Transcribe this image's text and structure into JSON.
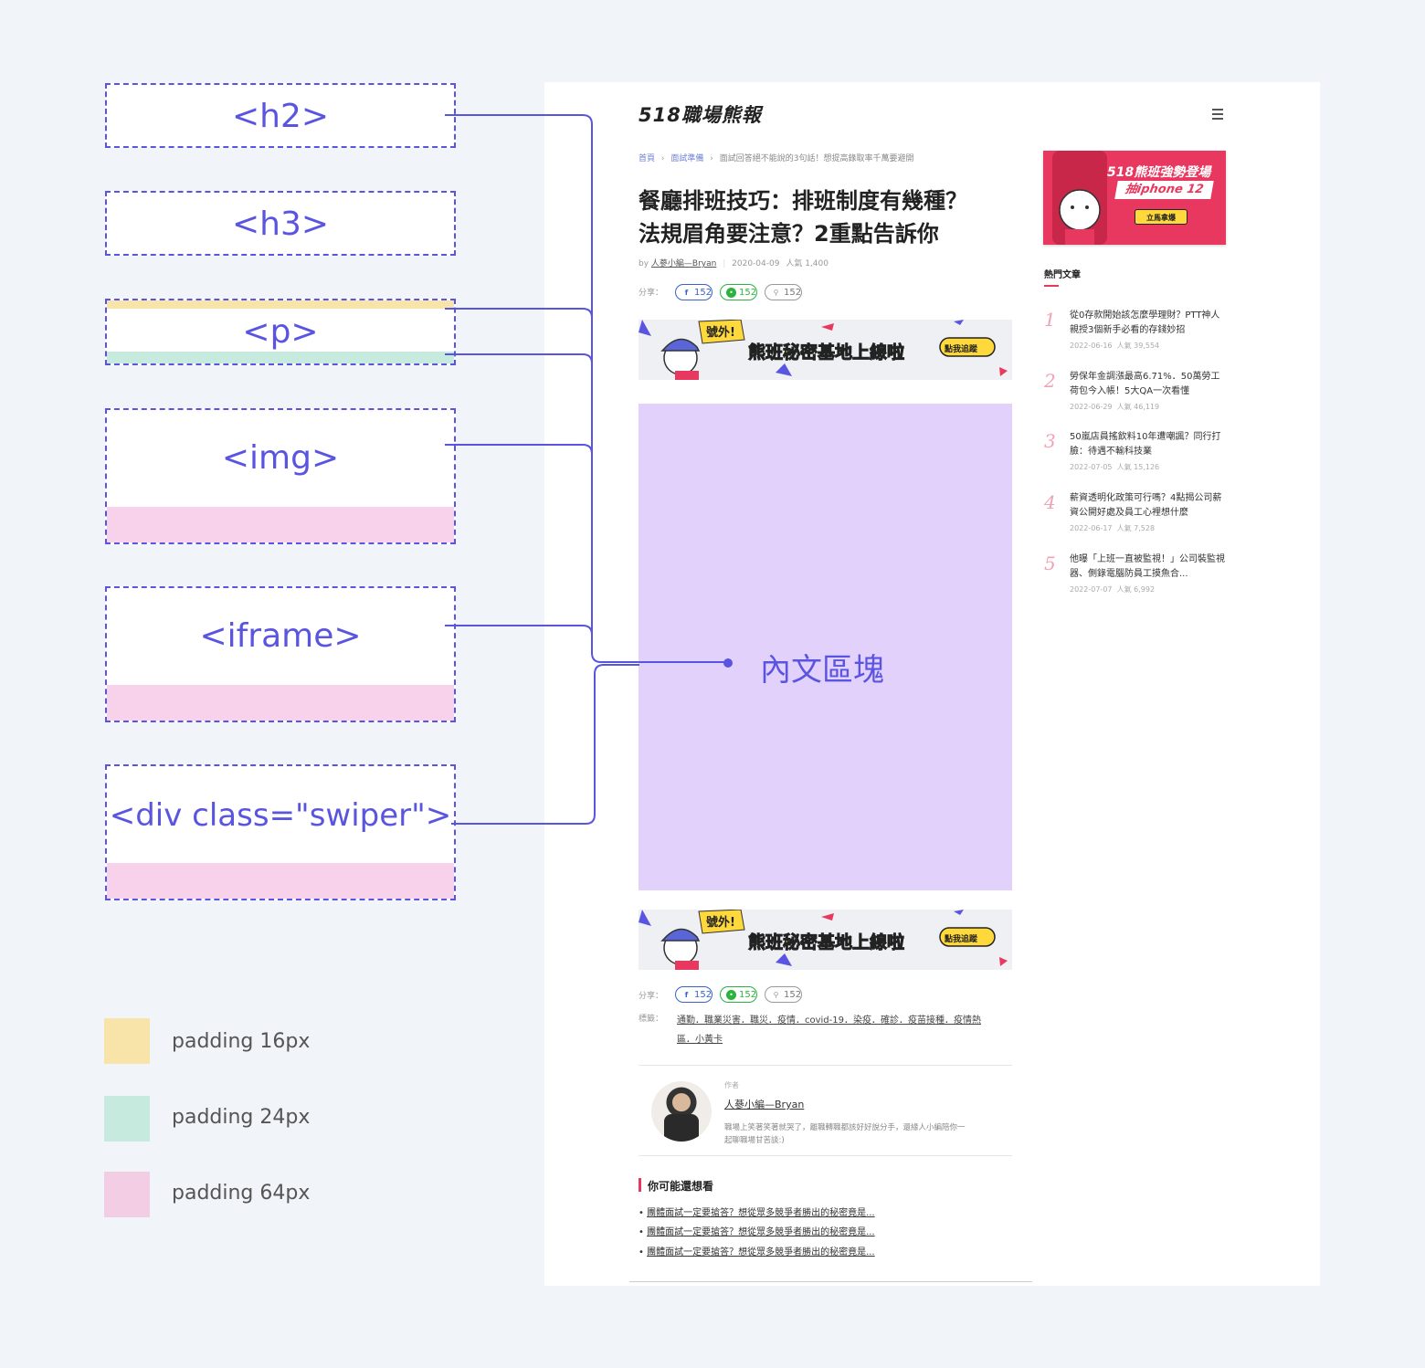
{
  "tags": {
    "h2": "<h2>",
    "h3": "<h3>",
    "p": "<p>",
    "img": "<img>",
    "iframe": "<iframe>",
    "swiper": "<div class=\"swiper\">"
  },
  "legend": [
    {
      "label": "padding 16px",
      "color": "#f8e3a8"
    },
    {
      "label": "padding 24px",
      "color": "#c6eade"
    },
    {
      "label": "padding 64px",
      "color": "#f3cde4"
    }
  ],
  "colors": {
    "accent": "#5a55e0",
    "content_block": "#e2d1fb",
    "brand": "#e8385f"
  },
  "site": {
    "logo": "518職場熊報",
    "breadcrumb": [
      "首頁",
      "面試準備",
      "面試回答絕不能說的3句話！想提高錄取率千萬要避開"
    ],
    "title_line1": "餐廳排班技巧：排班制度有幾種？",
    "title_line2": "法規眉角要注意？2重點告訴你",
    "meta": {
      "by": "by",
      "author": "人蔘小編—Bryan",
      "date": "2020-04-09",
      "views": "人氣 1,400"
    },
    "share_label": "分享：",
    "share_counts": {
      "facebook": "152",
      "line": "152",
      "link": "152"
    },
    "content_block_label": "內文區塊",
    "tags_label": "標籤：",
    "tags_line1": "通勤．職業災害．職災．疫情．covid-19．染疫．確診．疫苗接種．疫情熱",
    "tags_line2": "區．小黃卡",
    "author_box": {
      "caption": "作者",
      "name": "人蔘小編—Bryan",
      "bio_line1": "職場上笑著笑著就哭了，離職轉職都該好好說分手，還緣人小編陪你一",
      "bio_line2": "起聊職場甘苦談:)"
    },
    "related": {
      "heading": "你可能還想看",
      "items": [
        "團體面試一定要搶答？想從眾多競爭者勝出的秘密竟是...",
        "團體面試一定要搶答？想從眾多競爭者勝出的秘密竟是...",
        "團體面試一定要搶答？想從眾多競爭者勝出的秘密竟是..."
      ]
    },
    "banner": {
      "burst": "號外!",
      "text_a": "熊班",
      "text_b": "秘密基地",
      "text_c": "上線啦",
      "cta": "點我追蹤"
    },
    "ad": {
      "title": "518熊班強勢登場",
      "subtitle": "抽iphone 12",
      "cta": "立馬拿爆"
    },
    "hot": {
      "heading": "熱門文章",
      "items": [
        {
          "num": "1",
          "title": "從0存款開始該怎麼學理財？PTT神人親授3個新手必看的存錢妙招",
          "date": "2022-06-16",
          "views": "人氣 39,554"
        },
        {
          "num": "2",
          "title": "勞保年金調漲最高6.71%．50萬勞工荷包今入帳！5大QA一次看懂",
          "date": "2022-06-29",
          "views": "人氣 46,119"
        },
        {
          "num": "3",
          "title": "50嵐店員搖飲料10年遭嘲諷？同行打臉：待遇不輸科技業",
          "date": "2022-07-05",
          "views": "人氣 15,126"
        },
        {
          "num": "4",
          "title": "薪資透明化政策可行嗎？4點揭公司薪資公開好處及員工心裡想什麼",
          "date": "2022-06-17",
          "views": "人氣 7,528"
        },
        {
          "num": "5",
          "title": "他曝「上班一直被監視！」公司裝監視器、側錄電腦防員工摸魚合...",
          "date": "2022-07-07",
          "views": "人氣 6,992"
        }
      ]
    }
  }
}
